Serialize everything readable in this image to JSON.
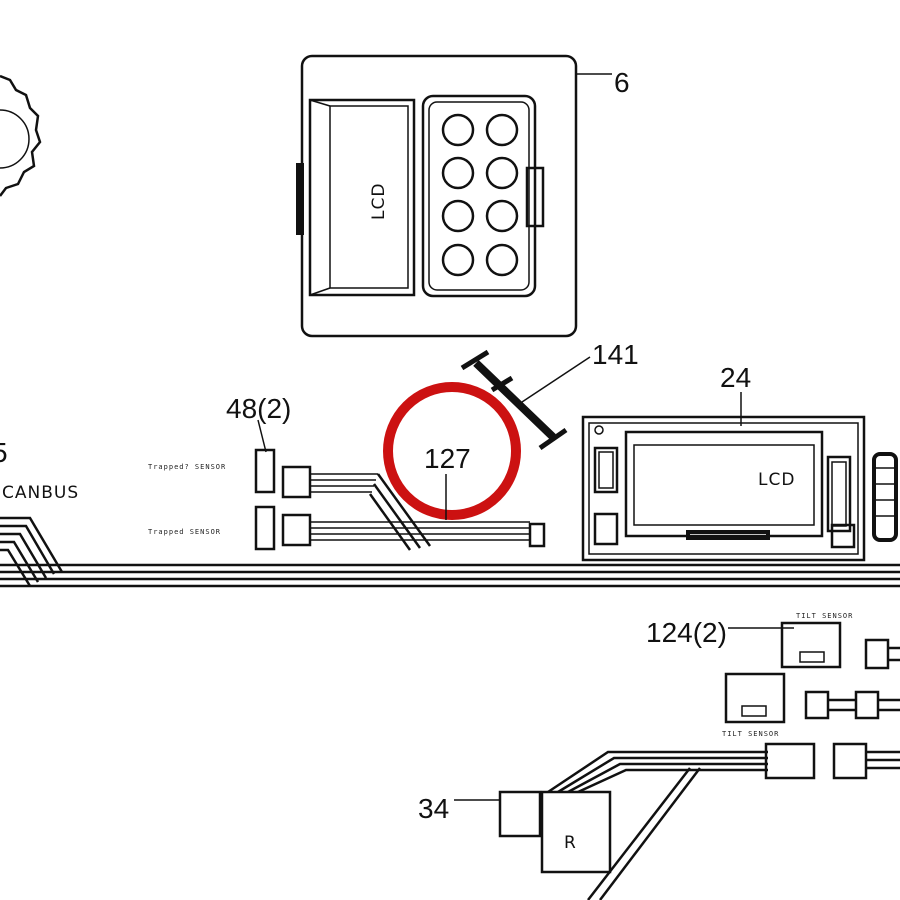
{
  "diagram": {
    "callouts": {
      "part_6": "6",
      "part_141": "141",
      "part_24": "24",
      "part_48": "48(2)",
      "part_127": "127",
      "part_124": "124(2)",
      "part_34": "34",
      "part_edge": "5"
    },
    "labels": {
      "lcd_keypad": "LCD",
      "lcd_board": "LCD",
      "canbus": "CANBUS",
      "relay": "R"
    },
    "small_print": {
      "sensor_a": "Trapped? SENSOR",
      "sensor_b": "Trapped SENSOR",
      "tilt_a": "TILT SENSOR",
      "tilt_b": "TILT SENSOR"
    },
    "highlight_color": "#cc1111"
  }
}
